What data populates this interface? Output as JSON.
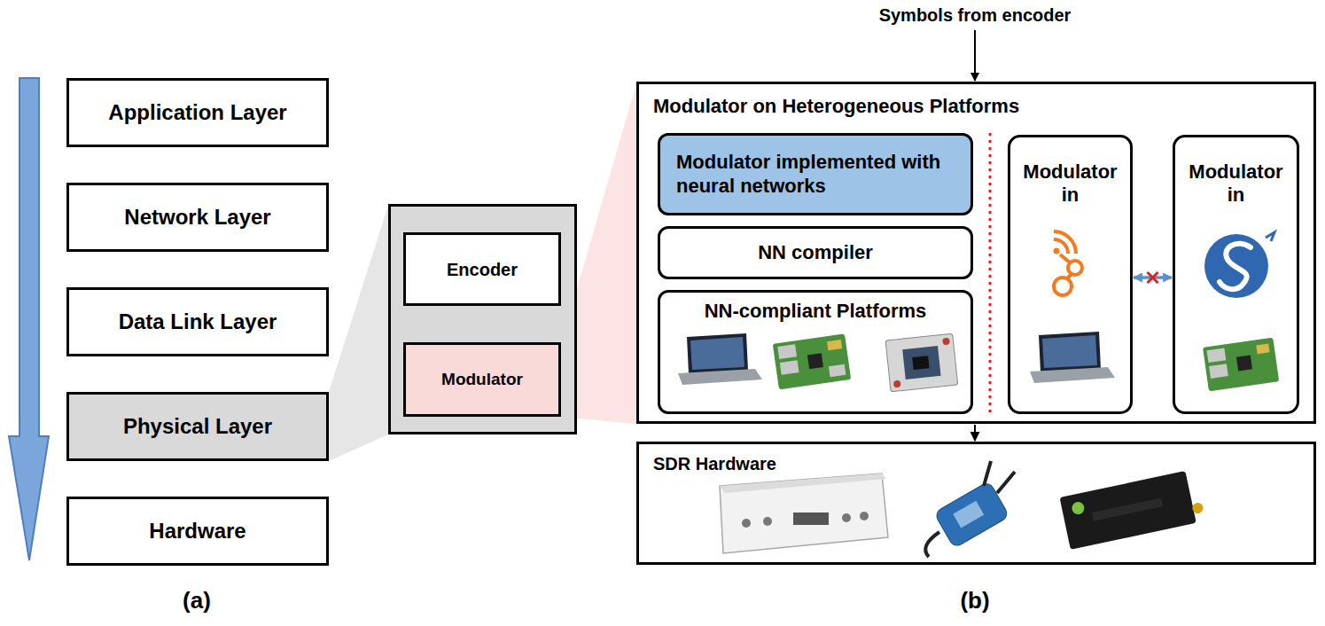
{
  "diagram": {
    "nodes": [
      {
        "text": [
          "Application Layer"
        ]
      },
      {
        "text": [
          "Network Layer"
        ]
      },
      {
        "text": [
          "Data Link Layer"
        ]
      },
      {
        "text": [
          "Physical Layer"
        ]
      },
      {
        "text": [
          "Hardware"
        ]
      },
      {
        "text": [
          "Encoder"
        ]
      },
      {
        "text": [
          "Modulator"
        ]
      },
      {
        "text": [
          "Modulator on Heterogeneous Platforms"
        ]
      },
      {
        "text": [
          "Modulator implemented with neural networks"
        ],
        "in": 7
      },
      {
        "text": [
          "NN compiler"
        ],
        "in": 7
      },
      {
        "text": [
          "NN-compliant Platforms"
        ],
        "in": 7
      },
      {
        "text": [
          "Modulator in"
        ],
        "in": 7
      },
      {
        "text": [
          "Modulator in"
        ],
        "in": 7
      },
      {
        "text": [
          "SDR Hardware"
        ]
      }
    ],
    "edges": [
      {
        "from": 11,
        "to": 12,
        "arrow": "both"
      },
      {
        "from": 7,
        "to": 13,
        "arrow": "to"
      }
    ],
    "labels": [
      "Symbols from encoder",
      "(a)",
      "(b)"
    ]
  }
}
